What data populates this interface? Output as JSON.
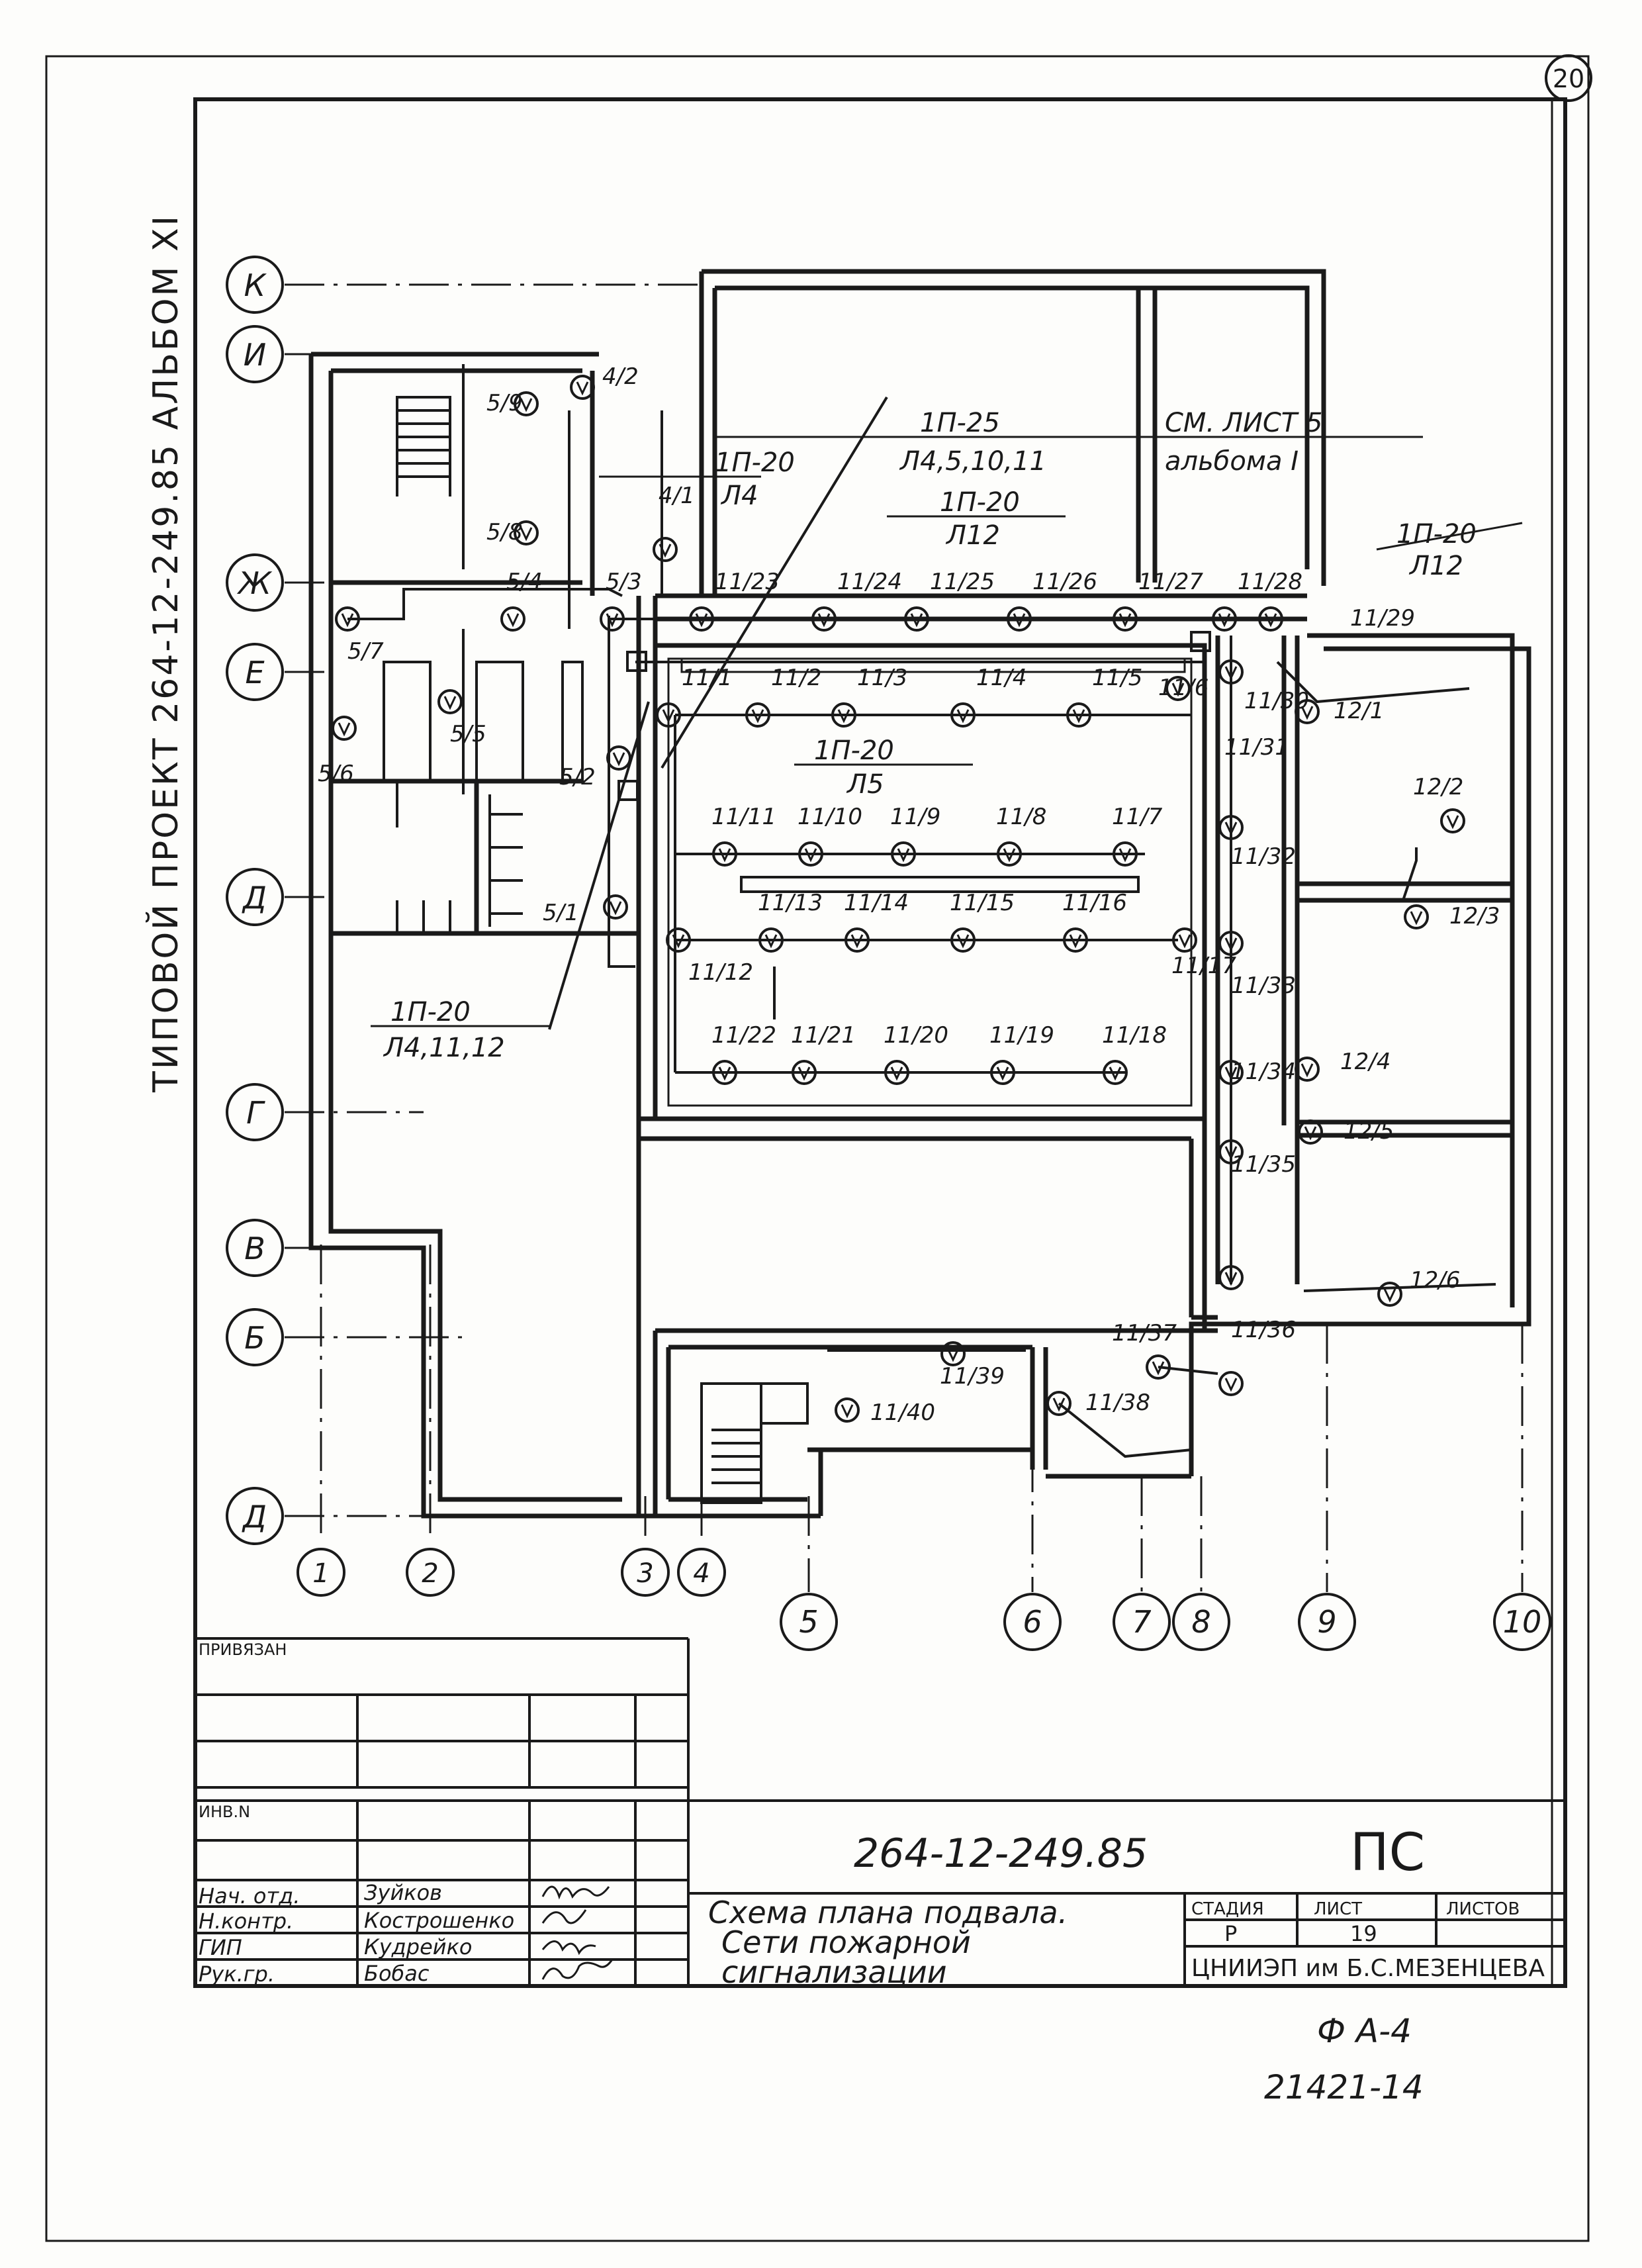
{
  "sheet_number": "20",
  "side_title": "ТИПОВОЙ  ПРОЕКТ  264-12-249.85   АЛЬБОМ XI",
  "grid_rows": [
    "К",
    "И",
    "Ж",
    "Е",
    "Д",
    "Г",
    "В",
    "Б",
    "Д"
  ],
  "grid_cols": [
    "1",
    "2",
    "3",
    "4",
    "5",
    "6",
    "7",
    "8",
    "9",
    "10"
  ],
  "cable_labels": [
    {
      "top": "1П-20",
      "bottom": "Л4"
    },
    {
      "top": "1П-25",
      "bottom": "Л4,5,10,11"
    },
    {
      "top": "1П-20",
      "bottom": "Л12"
    },
    {
      "top": "1П-20",
      "bottom": "Л12"
    },
    {
      "top": "1П-20",
      "bottom": "Л5"
    },
    {
      "top": "1П-20",
      "bottom": "Л4,11,12"
    }
  ],
  "reference_note": {
    "line1": "СМ. ЛИСТ 5",
    "line2": "альбома I"
  },
  "detectors": [
    "4/2",
    "4/1",
    "5/9",
    "5/8",
    "5/4",
    "5/3",
    "5/7",
    "5/5",
    "5/6",
    "5/2",
    "5/1",
    "11/23",
    "11/24",
    "11/25",
    "11/26",
    "11/27",
    "11/28",
    "11/29",
    "11/1",
    "11/2",
    "11/3",
    "11/4",
    "11/5",
    "11/6",
    "11/11",
    "11/10",
    "11/9",
    "11/8",
    "11/7",
    "11/12",
    "11/13",
    "11/14",
    "11/15",
    "11/16",
    "11/17",
    "11/22",
    "11/21",
    "11/20",
    "11/19",
    "11/18",
    "11/30",
    "11/31",
    "11/32",
    "11/33",
    "11/34",
    "11/35",
    "11/36",
    "11/37",
    "11/38",
    "11/39",
    "11/40",
    "12/1",
    "12/2",
    "12/3",
    "12/4",
    "12/5",
    "12/6"
  ],
  "title_block": {
    "bound_label": "ПРИВЯЗАН",
    "inv_label": "ИНВ.N",
    "doc_number": "264-12-249.85",
    "mark": "ПС",
    "description": [
      "Схема плана подвала.",
      "Сети пожарной",
      "сигнализации"
    ],
    "stage_header": "СТАДИЯ",
    "sheet_header": "ЛИСТ",
    "sheets_header": "ЛИСТОВ",
    "stage": "Р",
    "sheet": "19",
    "sheets": "",
    "org": "ЦНИИЭП им Б.С.МЕЗЕНЦЕВА",
    "signatures": [
      {
        "role": "Нач. отд.",
        "name": "Зуйков"
      },
      {
        "role": "Н.контр.",
        "name": "Кострошенко"
      },
      {
        "role": "ГИП",
        "name": "Кудрейко"
      },
      {
        "role": "Рук.гр.",
        "name": "Бобас"
      }
    ]
  },
  "footer_marks": {
    "line1": "Ф А-4",
    "line2": "21421-14"
  }
}
